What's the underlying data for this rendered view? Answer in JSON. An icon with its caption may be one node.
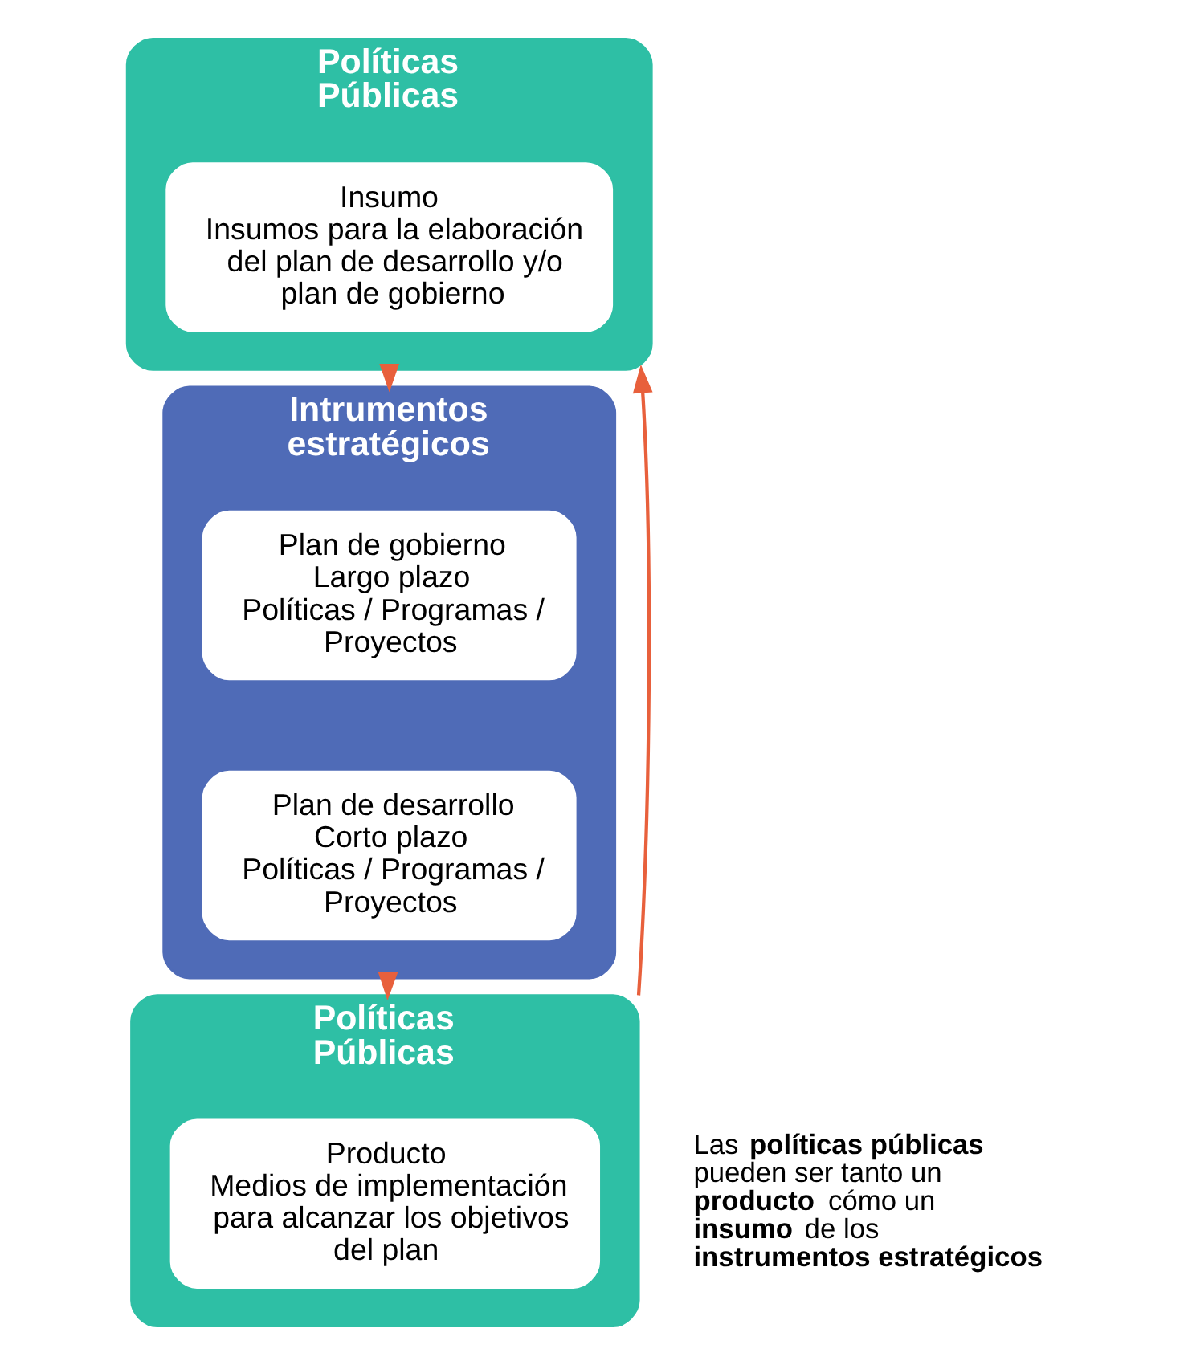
{
  "diagram": {
    "nodes": [
      {
        "text": [
          "Políticas Públicas"
        ]
      },
      {
        "text": [
          "Insumo",
          "Insumos para la elaboración del plan de desarrollo y/o plan de gobierno"
        ],
        "in": 0
      },
      {
        "text": [
          "Intrumentos estratégicos"
        ]
      },
      {
        "text": [
          "Plan de gobierno",
          "Largo plazo",
          "Políticas / Programas / Proyectos"
        ],
        "in": 2
      },
      {
        "text": [
          "Plan de desarrollo",
          "Corto plazo",
          "Políticas / Programas / Proyectos"
        ],
        "in": 2
      },
      {
        "text": [
          "Políticas Públicas"
        ]
      },
      {
        "text": [
          "Producto",
          "Medios de implementación para alcanzar los objetivos del plan"
        ],
        "in": 5
      }
    ],
    "edges": [
      {
        "from": 0,
        "to": 2,
        "arrow": "to"
      },
      {
        "from": 2,
        "to": 5,
        "arrow": "to"
      },
      {
        "from": 5,
        "to": 0,
        "arrow": "to"
      }
    ],
    "labels": [
      "Las **políticas públicas** pueden ser tanto un **producto** cómo un **insumo** de los **instrumentos estratégicos**"
    ]
  }
}
